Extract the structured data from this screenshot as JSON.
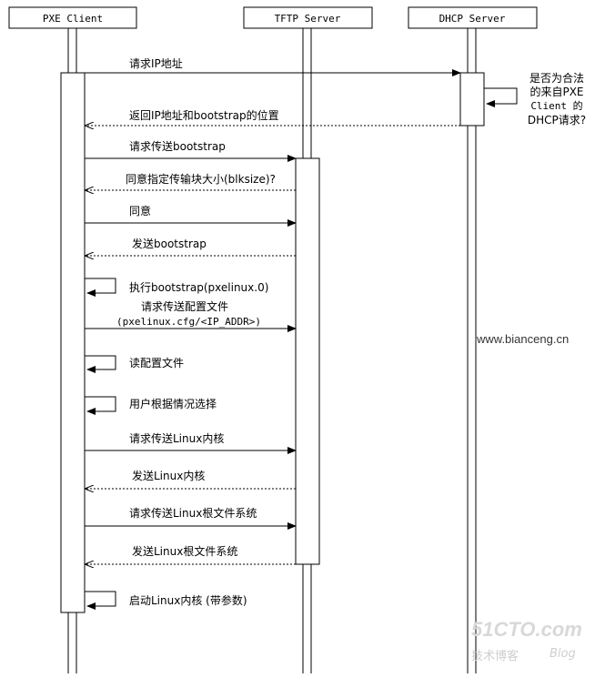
{
  "participants": {
    "client": "PXE Client",
    "tftp": "TFTP Server",
    "dhcp": "DHCP Server"
  },
  "messages": {
    "m1": "请求IP地址",
    "m2": "返回IP地址和bootstrap的位置",
    "m3": "请求传送bootstrap",
    "m4": "同意指定传输块大小(blksize)?",
    "m5": "同意",
    "m6": "发送bootstrap",
    "m7": "执行bootstrap(pxelinux.0)",
    "m8a": "请求传送配置文件",
    "m8b": "(pxelinux.cfg/<IP_ADDR>)",
    "m9": "读配置文件",
    "m10": "用户根据情况选择",
    "m11": "请求传送Linux内核",
    "m12": "发送Linux内核",
    "m13": "请求传送Linux根文件系统",
    "m14": "发送Linux根文件系统",
    "m15": "启动Linux内核 (带参数)"
  },
  "dhcp_note": {
    "line1": "是否为合法",
    "line2": "的来自PXE",
    "line3": "Client 的",
    "line4": "DHCP请求?"
  },
  "site_label": "www.bianceng.cn",
  "watermark": {
    "brand": "51CTO.com",
    "sub1": "技术博客",
    "sub2": "Blog"
  }
}
